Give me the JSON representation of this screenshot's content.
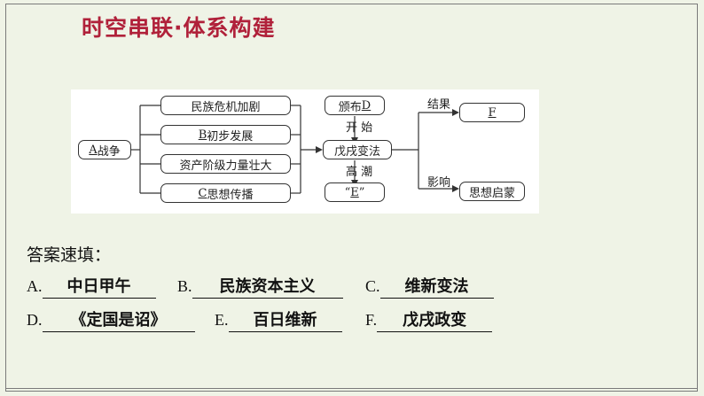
{
  "title": "时空串联·体系构建",
  "diagram": {
    "start": {
      "blank": "A",
      "text": "战争"
    },
    "causes": [
      {
        "text": "民族危机加剧"
      },
      {
        "blank": "B",
        "text": "初步发展"
      },
      {
        "text": "资产阶级力量壮大"
      },
      {
        "blank": "C",
        "text": "思想传播"
      }
    ],
    "top_box": {
      "text": "颁布",
      "blank": "D"
    },
    "label_start": "开 始",
    "center": "戊戌变法",
    "label_climax": "高 潮",
    "bottom_box": {
      "open": "“",
      "blank": "E",
      "close": "”"
    },
    "result_label": "结果",
    "result_box": "F",
    "influence_label": "影响",
    "influence_box": "思想启蒙"
  },
  "answers": {
    "heading": "答案速填：",
    "items": [
      {
        "letter": "A.",
        "value": "中日甲午"
      },
      {
        "letter": "B.",
        "value": "民族资本主义"
      },
      {
        "letter": "C.",
        "value": "维新变法"
      },
      {
        "letter": "D.",
        "value": "《定国是诏》"
      },
      {
        "letter": "E.",
        "value": "百日维新"
      },
      {
        "letter": "F.",
        "value": "戊戌政变"
      }
    ]
  }
}
